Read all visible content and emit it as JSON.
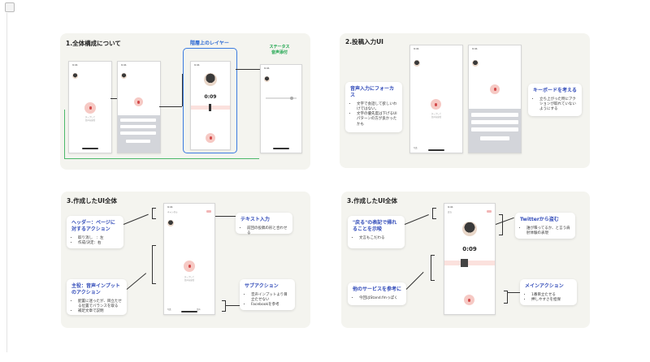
{
  "panels": {
    "p1": {
      "title": "1.全体構成について"
    },
    "p2": {
      "title": "2.投稿入力UI"
    },
    "p3": {
      "title": "3.作成したUI全体"
    },
    "p4": {
      "title": "3.作成したUI全体"
    }
  },
  "p1": {
    "overlay_label": "階層上のレイヤー",
    "attach_label": "ステータス\n音声添付",
    "timer": "0:09"
  },
  "p2": {
    "focus_card": {
      "title": "音声入力にフォーカス",
      "items": [
        "文字で会話して欲しいわけではない。",
        "文字の優先度は下げるUIパターンの方が良かったかも"
      ]
    },
    "keyboard_card": {
      "title": "キーボードを考える",
      "items": [
        "立ち上がった時にアクションが取れていないようにする"
      ]
    }
  },
  "p3": {
    "header_card": {
      "title": "ヘッダー：ページに対するアクション",
      "items": [
        "取り消し　：左",
        "作成/決定：右"
      ]
    },
    "text_card": {
      "title": "テキスト入力",
      "items": [
        "前回の投稿の形と合わせる"
      ]
    },
    "main_card": {
      "title": "主役：音声インプットのアクション",
      "items": [
        "配置に迷ったが、目立たせる位置でバランスを取る",
        "補足文章で説明"
      ]
    },
    "sub_card": {
      "title": "サブアクション",
      "items": [
        "音声インプットより目立たせない",
        "Facebookを参考"
      ]
    }
  },
  "p4": {
    "back_card": {
      "title": "\"戻る\"の表記で帰れることを示唆",
      "items": [
        "文言もこだわる"
      ]
    },
    "twitter_card": {
      "title": "Twitterから盗む",
      "items": [
        "誰が喋ってるか、と言う肩肘体験の表現"
      ]
    },
    "other_card": {
      "title": "他のサービスを参考に",
      "items": [
        "今回はStand.fmっぽく"
      ]
    },
    "main_card": {
      "title": "メインアクション",
      "items": [
        "1番目立たせる",
        "押しやすさを担保"
      ]
    },
    "timer": "0:09"
  },
  "colors": {
    "accent_blue": "#2f49b8",
    "panel_bg": "#f4f4ef",
    "mic_pink": "#f6c9c4",
    "green": "#19a34a"
  }
}
